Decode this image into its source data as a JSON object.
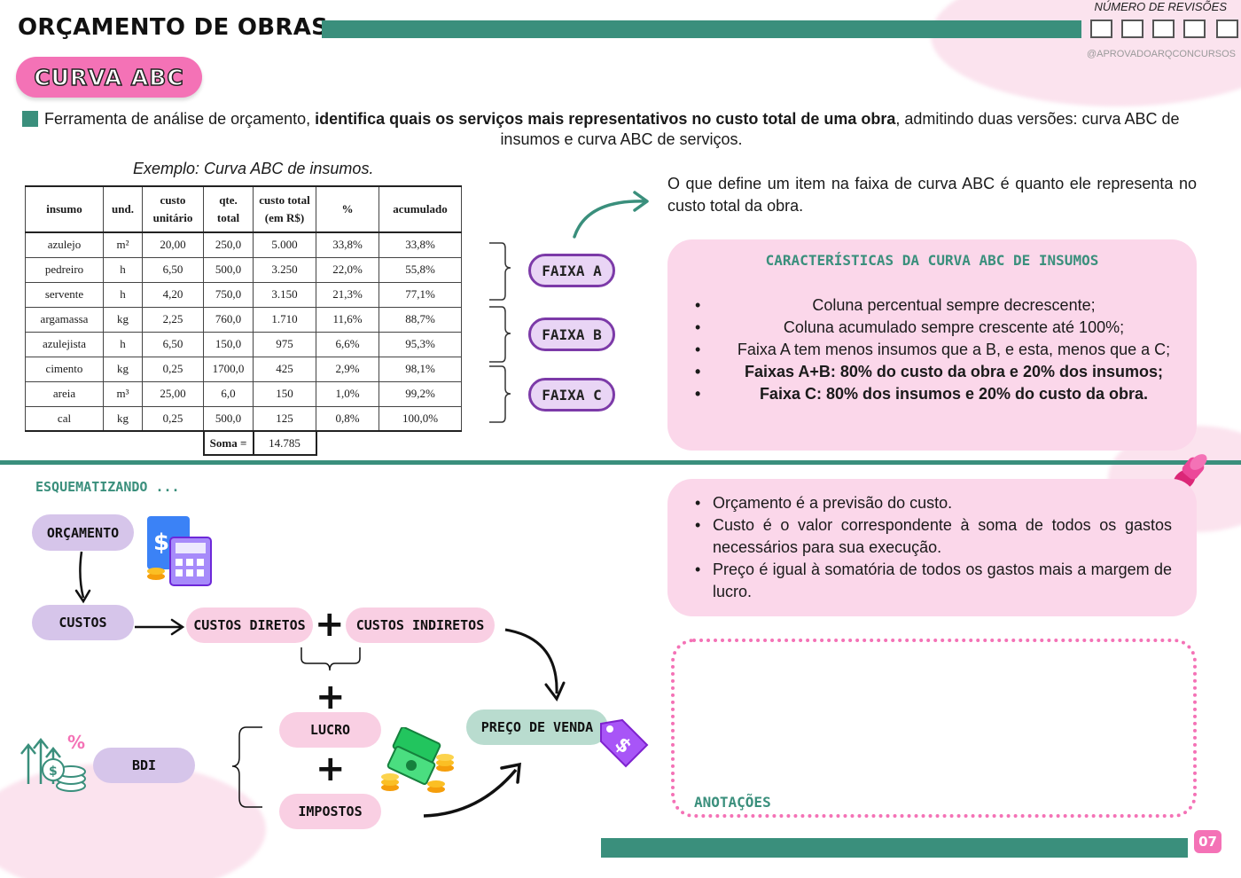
{
  "header": {
    "title": "ORÇAMENTO DE OBRAS",
    "revisions_label": "NÚMERO DE REVISÕES",
    "handle": "@APROVADOARQCONCURSOS",
    "section_pill": "CURVA ABC"
  },
  "intro": {
    "part1": "Ferramenta de análise de orçamento, ",
    "bold": "identifica quais os serviços mais representativos no custo total de uma obra",
    "part2": ", admitindo duas versões: curva ABC de",
    "line2": "insumos e curva ABC de serviços."
  },
  "example": {
    "caption": "Exemplo: Curva ABC de insumos.",
    "headers": [
      "insumo",
      "und.",
      "custo unitário",
      "qte. total",
      "custo total (em R$)",
      "%",
      "acumulado"
    ],
    "header_lines": {
      "custo1": "custo",
      "custo2": "unitário",
      "qte1": "qte.",
      "qte2": "total",
      "ct1": "custo total",
      "ct2": "(em R$)"
    },
    "rows": [
      [
        "azulejo",
        "m²",
        "20,00",
        "250,0",
        "5.000",
        "33,8%",
        "33,8%"
      ],
      [
        "pedreiro",
        "h",
        "6,50",
        "500,0",
        "3.250",
        "22,0%",
        "55,8%"
      ],
      [
        "servente",
        "h",
        "4,20",
        "750,0",
        "3.150",
        "21,3%",
        "77,1%"
      ],
      [
        "argamassa",
        "kg",
        "2,25",
        "760,0",
        "1.710",
        "11,6%",
        "88,7%"
      ],
      [
        "azulejista",
        "h",
        "6,50",
        "150,0",
        "975",
        "6,6%",
        "95,3%"
      ],
      [
        "cimento",
        "kg",
        "0,25",
        "1700,0",
        "425",
        "2,9%",
        "98,1%"
      ],
      [
        "areia",
        "m³",
        "25,00",
        "6,0",
        "150",
        "1,0%",
        "99,2%"
      ],
      [
        "cal",
        "kg",
        "0,25",
        "500,0",
        "125",
        "0,8%",
        "100,0%"
      ]
    ],
    "sum_label": "Soma =",
    "sum_value": "14.785"
  },
  "faixas": {
    "a": "FAIXA A",
    "b": "FAIXA B",
    "c": "FAIXA C"
  },
  "define_text": "O que define um item na faixa de curva ABC é quanto ele representa no custo total da obra.",
  "caracteristicas": {
    "title": "CARACTERÍSTICAS DA CURVA ABC DE INSUMOS",
    "items": [
      "Coluna percentual sempre decrescente;",
      "Coluna acumulado sempre crescente até 100%;",
      "Faixa A tem menos insumos que a B, e esta, menos que a C;",
      "Faixas A+B: 80% do custo da obra e 20% dos insumos;",
      "Faixa C: 80% dos insumos e 20% do custo da obra."
    ]
  },
  "scheme": {
    "title": "ESQUEMATIZANDO ...",
    "orcamento": "ORÇAMENTO",
    "custos": "CUSTOS",
    "custos_diretos": "CUSTOS DIRETOS",
    "custos_indiretos": "CUSTOS INDIRETOS",
    "bdi": "BDI",
    "lucro": "LUCRO",
    "impostos": "IMPOSTOS",
    "preco_venda": "PREÇO DE VENDA",
    "plus": "+",
    "percent_sign": "%",
    "dollar_sign": "$"
  },
  "notes": [
    "Orçamento é a previsão do custo.",
    "Custo é o valor correspondente à soma de todos os gastos necessários para sua execução.",
    "Preço é igual à somatória de todos os gastos mais a margem de lucro."
  ],
  "annotations_label": "ANOTAÇÕES",
  "page_number": "07",
  "colors": {
    "teal": "#3a8f7c",
    "pink": "#f472b6",
    "light_pink": "#fbd7ea",
    "purple": "#7c3aa8"
  }
}
